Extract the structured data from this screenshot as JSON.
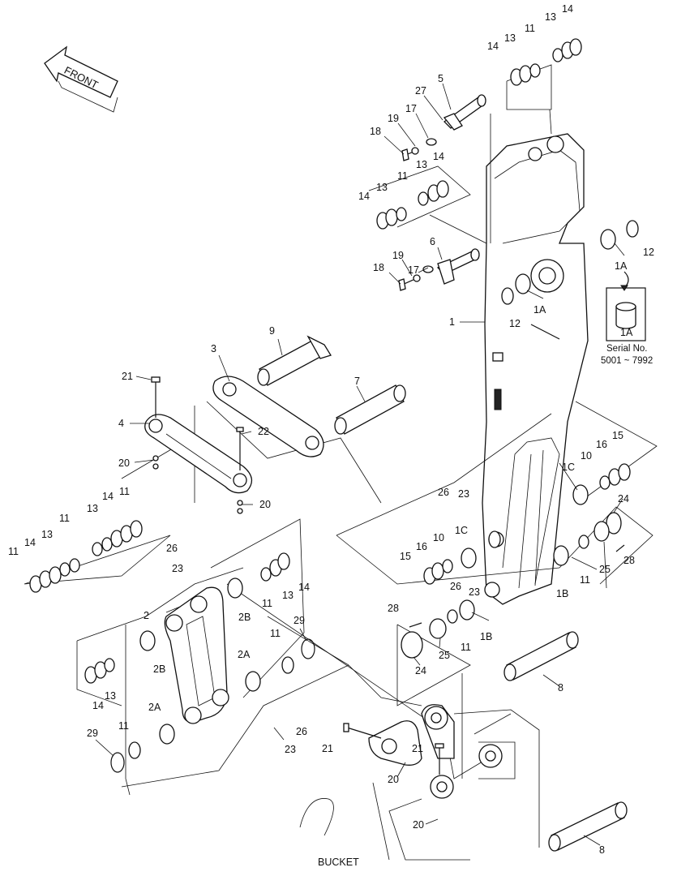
{
  "diagram": {
    "front_label": "FRONT",
    "bucket_label": "BUCKET",
    "serial_label": "Serial No.",
    "serial_range": "5001 ~ 7992",
    "inset_part": "1A",
    "callouts": [
      "1",
      "1A",
      "1A",
      "1B",
      "1C",
      "1C",
      "2",
      "2A",
      "2A",
      "2B",
      "2B",
      "3",
      "4",
      "5",
      "6",
      "7",
      "8",
      "8",
      "9",
      "10",
      "10",
      "11",
      "12",
      "13",
      "14",
      "15",
      "16",
      "17",
      "18",
      "19",
      "20",
      "21",
      "22",
      "23",
      "24",
      "25",
      "26",
      "27",
      "28",
      "29"
    ]
  }
}
